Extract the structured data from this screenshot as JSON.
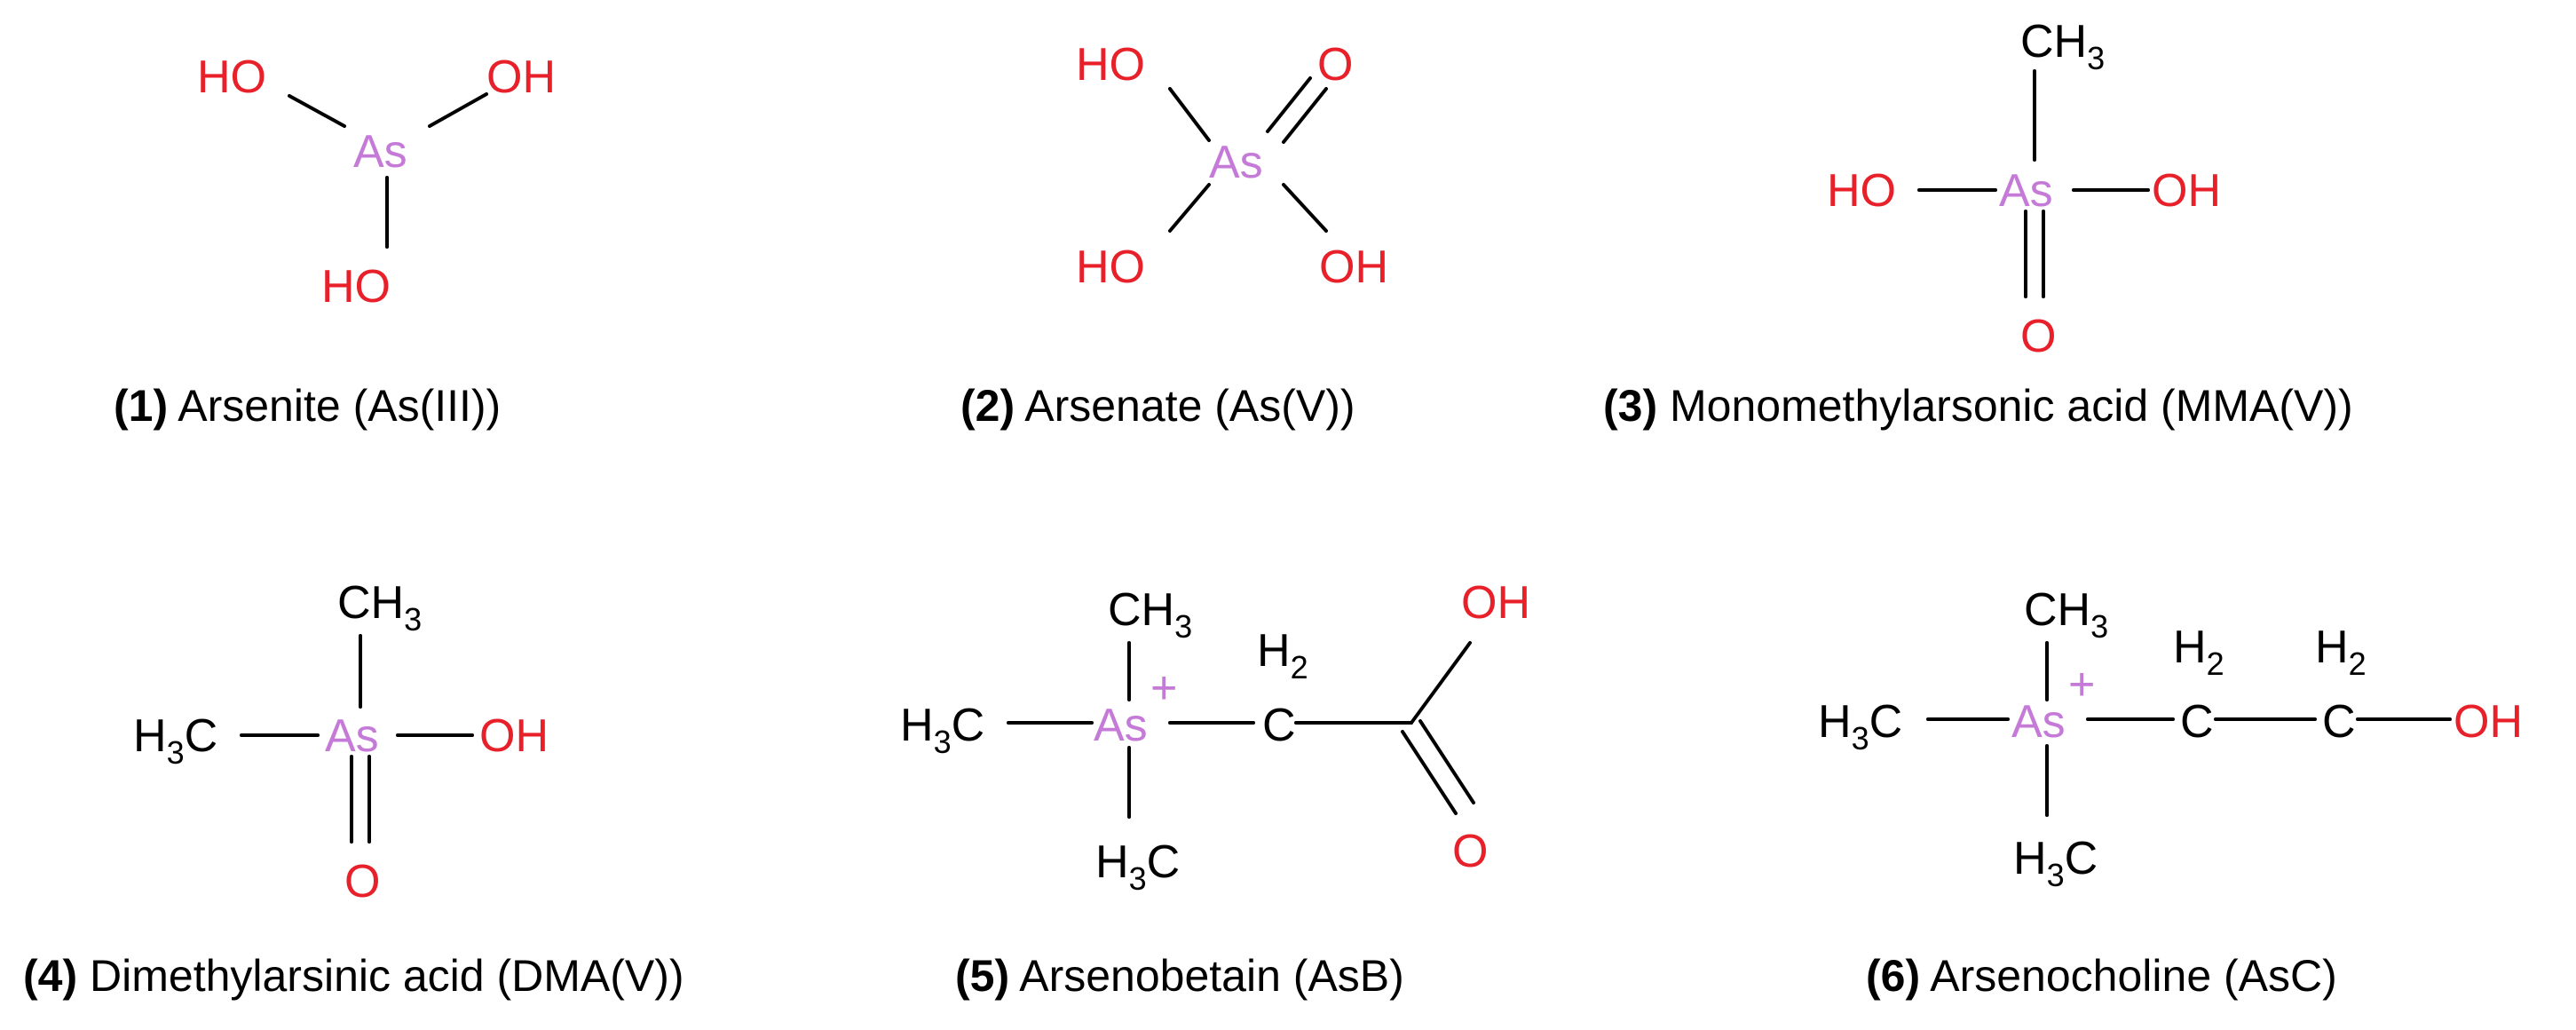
{
  "atoms": {
    "HO": "HO",
    "OH": "OH",
    "As": "As",
    "O": "O",
    "C": "C",
    "CH": "CH",
    "H": "H",
    "three": "3",
    "two": "2",
    "plus": "+"
  },
  "colors": {
    "oxygen": "#e8202a",
    "arsenic": "#c47ad6",
    "carbon": "#000000"
  },
  "compounds": [
    {
      "number": "(1)",
      "name": "Arsenite (As(III))"
    },
    {
      "number": "(2)",
      "name": "Arsenate (As(V))"
    },
    {
      "number": "(3)",
      "name": "Monomethylarsonic acid (MMA(V))"
    },
    {
      "number": "(4)",
      "name": "Dimethylarsinic acid (DMA(V))"
    },
    {
      "number": "(5)",
      "name": "Arsenobetain (AsB)"
    },
    {
      "number": "(6)",
      "name": "Arsenocholine (AsC)"
    }
  ]
}
